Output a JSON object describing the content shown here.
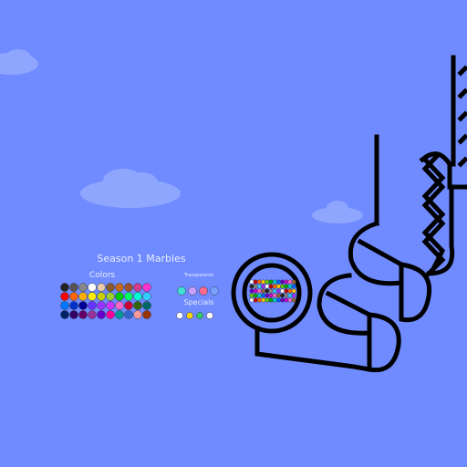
{
  "title": "Season 1 Marbles",
  "sections": {
    "colors": "Colors",
    "transparents": "Transparents",
    "specials": "Specials"
  },
  "palette": {
    "sky": "#6f8bff",
    "cloud": "#8fa6ff",
    "track": "#000000",
    "text": "#e9edff"
  },
  "marble_colors": {
    "row1": [
      "#222222",
      "#555555",
      "#888888",
      "#ffffff",
      "#e9c9a8",
      "#8b5a2b",
      "#c46a1a",
      "#a0522d",
      "#d23c8c",
      "#ff33cc"
    ],
    "row2": [
      "#ff0000",
      "#ff6600",
      "#ffb000",
      "#ffee00",
      "#c9d000",
      "#9acd32",
      "#00cc00",
      "#00ff66",
      "#00ffd5",
      "#33ccff"
    ],
    "row3": [
      "#0077ff",
      "#0033cc",
      "#000099",
      "#6633ff",
      "#9933ff",
      "#cc33ff",
      "#ff66cc",
      "#cc0033",
      "#336600",
      "#006666"
    ],
    "row4": [
      "#002266",
      "#330066",
      "#660066",
      "#993399",
      "#6600cc",
      "#ff0099",
      "#009999",
      "#3366cc",
      "#ff9999",
      "#993300"
    ]
  },
  "transparents": [
    "#40e0d0",
    "#c9a0ff",
    "#ff6b8b",
    "#7aa0ff"
  ],
  "specials": [
    "#ffffff",
    "#ffd700",
    "#33cc66",
    "#ffffff"
  ],
  "container_marbles": [
    "#ffffff",
    "#cc0000",
    "#ff6600",
    "#ffcc00",
    "#66cc00",
    "#00aa00",
    "#00cccc",
    "#0066ff",
    "#6600cc",
    "#cc00cc",
    "#ff66cc",
    "#996633",
    "#222222",
    "#888888",
    "#33ccff",
    "#9933ff"
  ]
}
